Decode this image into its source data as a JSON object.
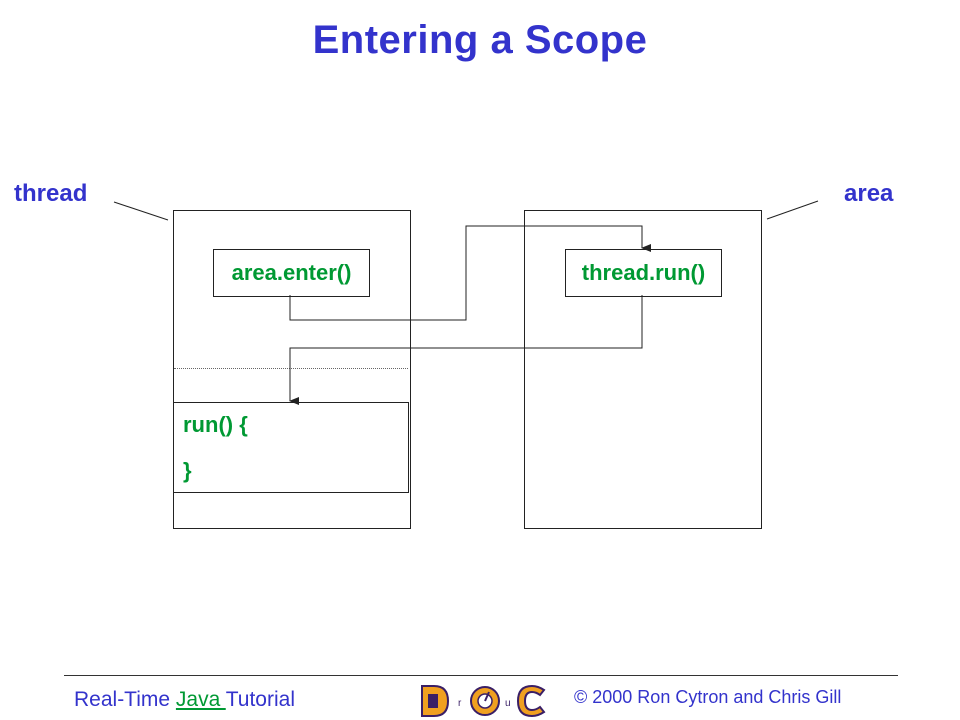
{
  "title": "Entering a Scope",
  "labels": {
    "thread": "thread",
    "area": "area"
  },
  "boxes": {
    "enter_call": "area.enter()",
    "run_call": "thread.run()",
    "run_def_line1": "run() {",
    "run_def_line2": "}"
  },
  "footer": {
    "prefix": "Real-Time ",
    "link": "Java ",
    "suffix": "Tutorial",
    "copyright": "© 2000 Ron Cytron and Chris Gill",
    "logo_letters": [
      "D",
      "r",
      "O",
      "u",
      "C"
    ]
  },
  "colors": {
    "title": "#3333cc",
    "code": "#009933",
    "line": "#222222"
  }
}
